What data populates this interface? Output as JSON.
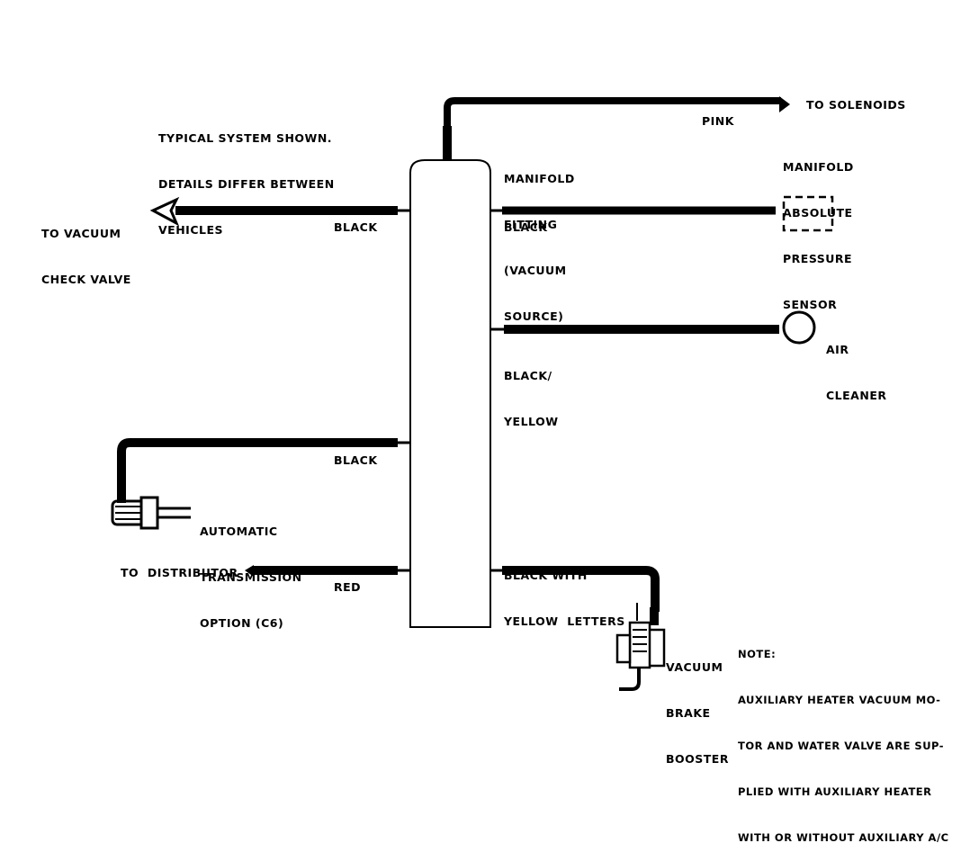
{
  "colors": {
    "hose": "#000000",
    "background": "#ffffff",
    "outline": "#000000"
  },
  "labels": {
    "typical_note": [
      "TYPICAL SYSTEM SHOWN.",
      "DETAILS DIFFER BETWEEN",
      "VEHICLES"
    ],
    "to_solenoids": "TO SOLENOIDS",
    "pink": "PINK",
    "manifold_fitting": [
      "MANIFOLD",
      "FITTING",
      "(VACUUM",
      "SOURCE)"
    ],
    "map_sensor": [
      "MANIFOLD",
      "ABSOLUTE",
      "PRESSURE",
      "SENSOR"
    ],
    "to_vacuum_check_valve": [
      "TO VACUUM",
      "CHECK VALVE"
    ],
    "black_left_top": "BLACK",
    "black_right_top": "BLACK",
    "black_yellow": [
      "BLACK/",
      "YELLOW"
    ],
    "air_cleaner": [
      "AIR",
      "CLEANER"
    ],
    "black_left_mid": "BLACK",
    "automatic_transmission": [
      "AUTOMATIC",
      "TRANSMISSION",
      "OPTION (C6)"
    ],
    "black_with_yellow_letters": [
      "BLACK WITH",
      "YELLOW  LETTERS"
    ],
    "to_distributor": "TO  DISTRIBUTOR",
    "red": "RED",
    "vacuum_brake_booster": [
      "VACUUM",
      "BRAKE",
      "BOOSTER"
    ],
    "note": [
      "NOTE:",
      "AUXILIARY HEATER VACUUM MO-",
      "TOR AND WATER VALVE ARE SUP-",
      "PLIED WITH AUXILIARY HEATER",
      "WITH OR WITHOUT AUXILIARY A/C"
    ]
  },
  "icons": [
    "vacuum-manifold",
    "map-sensor-icon",
    "air-cleaner-icon",
    "transmission-modulator-icon",
    "brake-booster-icon",
    "arrow-icon"
  ]
}
